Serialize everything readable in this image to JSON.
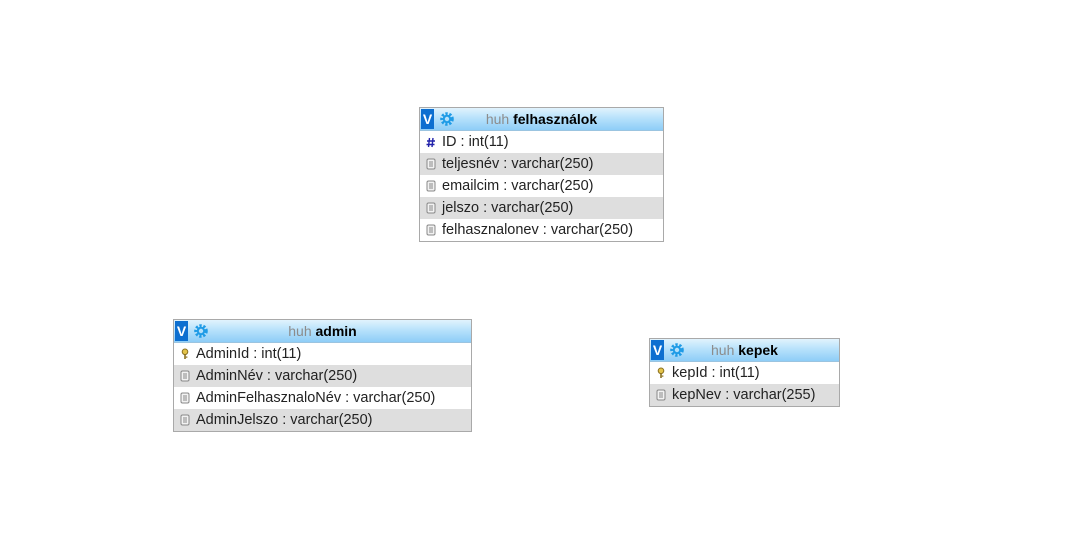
{
  "tables": [
    {
      "id": "felhasznalok",
      "db": "huh",
      "name": "felhasználok",
      "columns": [
        {
          "text": "ID : int(11)",
          "icon": "hash-icon"
        },
        {
          "text": "teljesnév : varchar(250)",
          "icon": "column-icon"
        },
        {
          "text": "emailcim : varchar(250)",
          "icon": "column-icon"
        },
        {
          "text": "jelszo : varchar(250)",
          "icon": "column-icon"
        },
        {
          "text": "felhasznalonev : varchar(250)",
          "icon": "column-icon"
        }
      ]
    },
    {
      "id": "admin",
      "db": "huh",
      "name": "admin",
      "columns": [
        {
          "text": "AdminId : int(11)",
          "icon": "key-icon"
        },
        {
          "text": "AdminNév : varchar(250)",
          "icon": "column-icon"
        },
        {
          "text": "AdminFelhasznaloNév : varchar(250)",
          "icon": "column-icon"
        },
        {
          "text": "AdminJelszo : varchar(250)",
          "icon": "column-icon"
        }
      ]
    },
    {
      "id": "kepek",
      "db": "huh",
      "name": "kepek",
      "columns": [
        {
          "text": "kepId : int(11)",
          "icon": "key-icon"
        },
        {
          "text": "kepNev : varchar(255)",
          "icon": "column-icon"
        }
      ]
    }
  ],
  "toggle_label": "V",
  "colors": {
    "header_gradient_top": "#e1f3fd",
    "header_gradient_bottom": "#8ecdf7",
    "toggle_blue": "#0d6fd0",
    "gear_blue": "#1f9be6",
    "alt_row": "#dedede",
    "border": "#a9a9a9"
  }
}
